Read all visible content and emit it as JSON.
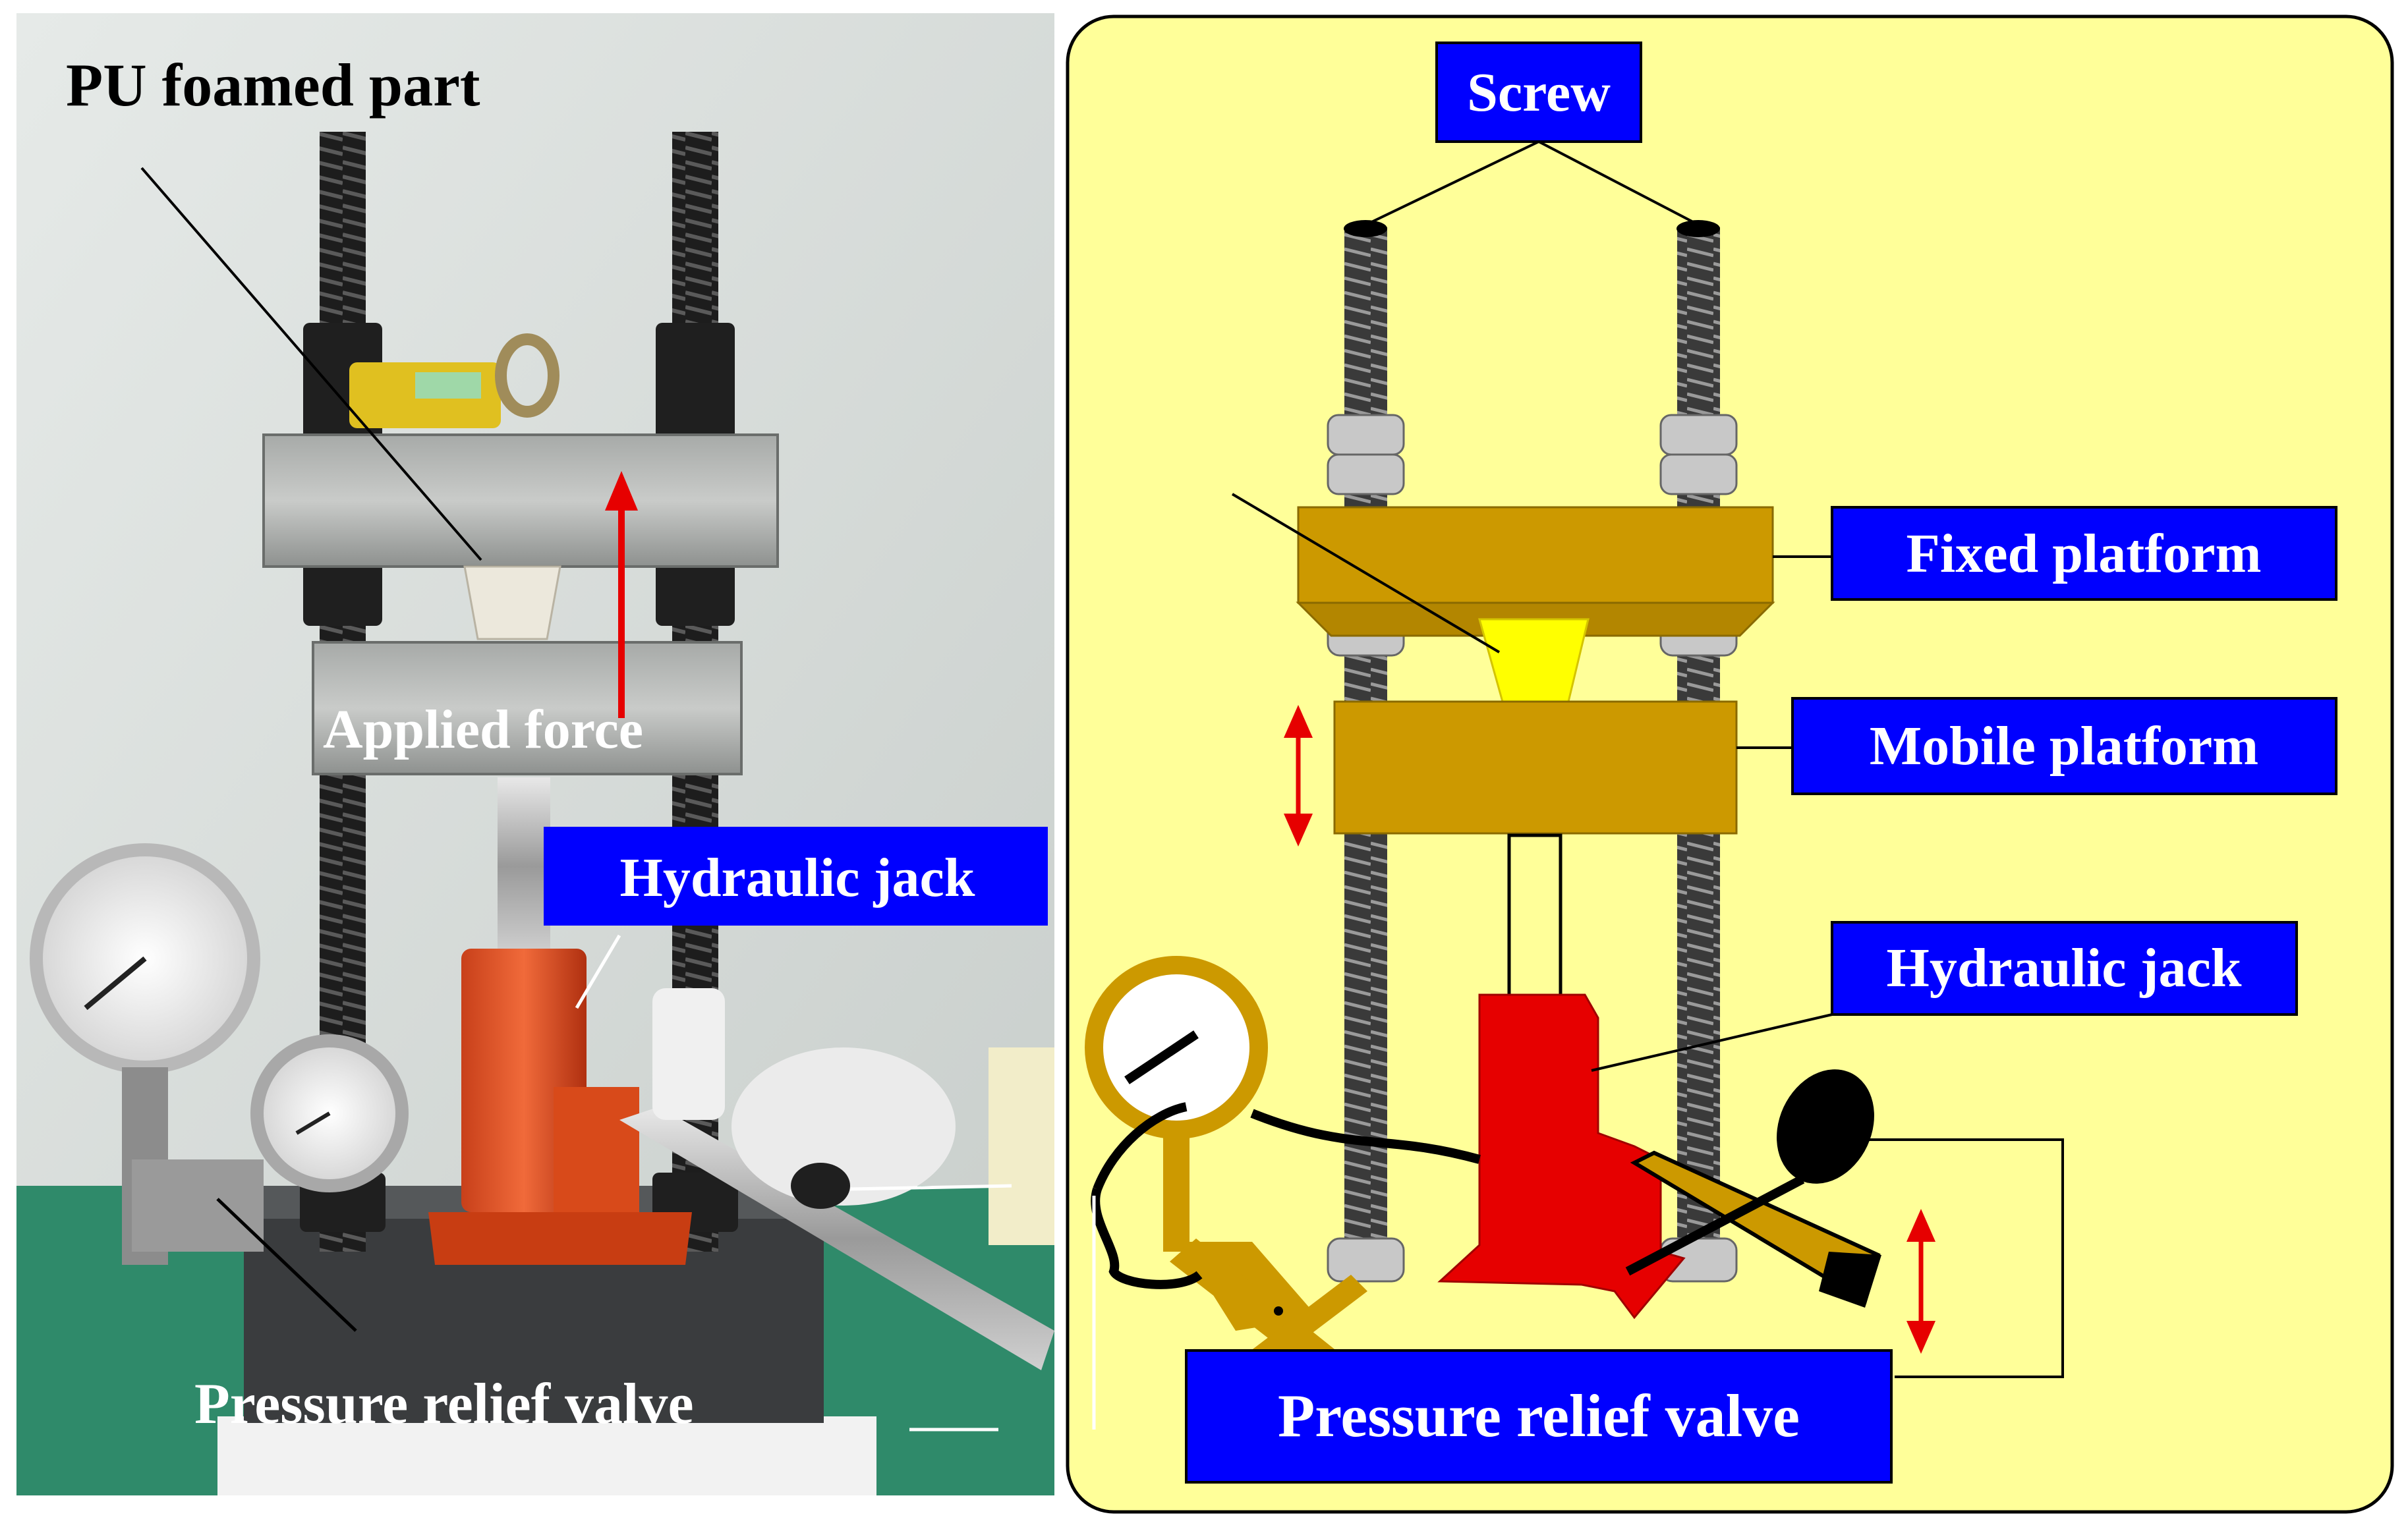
{
  "photo_panel": {
    "labels": {
      "pu_foamed_part": "PU foamed part",
      "applied_force": "Applied force",
      "hydraulic_jack": "Hydraulic jack",
      "pressure_relief_valve": "Pressure relief valve"
    }
  },
  "schematic_panel": {
    "labels": {
      "screw": "Screw",
      "fixed_platform": "Fixed platform",
      "mobile_platform": "Mobile platform",
      "hydraulic_jack": "Hydraulic jack",
      "pressure_relief_valve": "Pressure relief valve"
    }
  },
  "colors": {
    "label_box": "#0000ff",
    "label_text": "#ffffff",
    "schematic_background": "#ffff99",
    "platform": "#cc9900",
    "jack": "#e60000",
    "arrow": "#e60000",
    "foam_part": "#ffff00",
    "gauge": "#cc9900"
  }
}
